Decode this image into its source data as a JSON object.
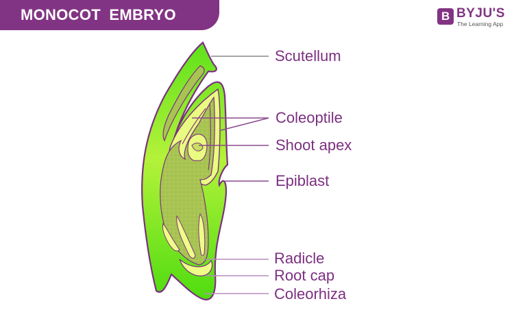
{
  "title": "MONOCOT  EMBRYO",
  "logo": {
    "letter": "B",
    "name": "BYJU'S",
    "tagline": "The Learning App"
  },
  "colors": {
    "brand_purple": "#823484",
    "outline": "#7b2f80",
    "bright_green": "#5de01a",
    "light_green": "#b8f23c",
    "pale_yellow": "#eefc88",
    "olive_tissue": "#a9c452",
    "label_text": "#7b2f80",
    "leader_gray": "#888888",
    "leader_lilac": "#b98bc0"
  },
  "labels": [
    {
      "id": "scutellum",
      "text": "Scutellum"
    },
    {
      "id": "coleoptile",
      "text": "Coleoptile"
    },
    {
      "id": "shoot-apex",
      "text": "Shoot apex"
    },
    {
      "id": "epiblast",
      "text": "Epiblast"
    },
    {
      "id": "radicle",
      "text": "Radicle"
    },
    {
      "id": "root-cap",
      "text": "Root cap"
    },
    {
      "id": "coleorhiza",
      "text": "Coleorhiza"
    }
  ]
}
